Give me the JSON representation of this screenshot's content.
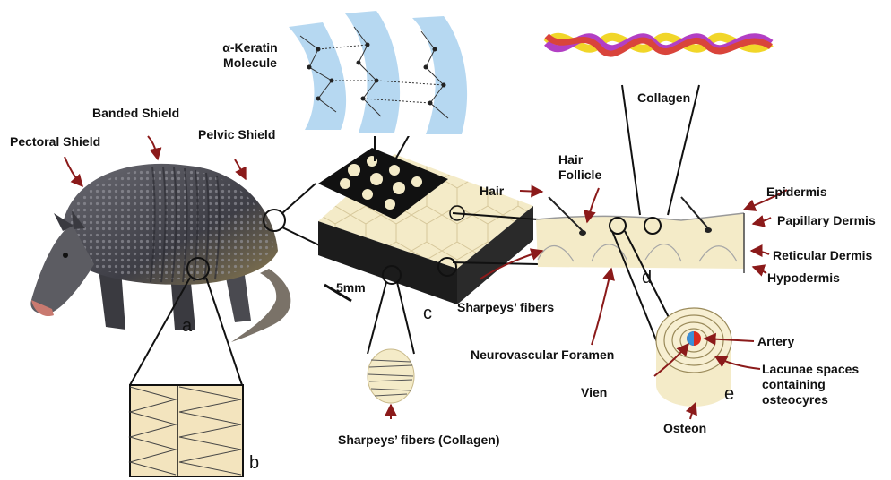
{
  "labels": {
    "keratin": [
      "α-Keratin",
      "Molecule"
    ],
    "banded_shield": "Banded Shield",
    "pectoral_shield": "Pectoral Shield",
    "pelvic_shield": "Pelvic Shield",
    "collagen": "Collagen",
    "hair": "Hair",
    "hair_follicle": [
      "Hair",
      "Follicle"
    ],
    "epidermis": "Epidermis",
    "papillary_dermis": "Papillary Dermis",
    "reticular_dermis": "Reticular Dermis",
    "hypodermis": "Hypodermis",
    "scale": "5mm",
    "sharpeys_fibers": "Sharpeys’ fibers",
    "neurovascular_foramen": "Neurovascular Foramen",
    "artery": "Artery",
    "lacunae": [
      "Lacunae spaces",
      "containing",
      "osteocyres"
    ],
    "vien": "Vien",
    "osteon": "Osteon",
    "sharpeys_collagen": "Sharpeys’ fibers (Collagen)"
  },
  "panel_letters": {
    "a": "a",
    "b": "b",
    "c": "c",
    "d": "d",
    "e": "e"
  },
  "colors": {
    "arrow": "#8b1a1a",
    "shell_dark": "#4a4a52",
    "tissue": "#f4ebc8",
    "keratin_blue": "#8fc3ea",
    "collagen_red": "#d9443b",
    "collagen_yellow": "#f1d629",
    "collagen_magenta": "#b23fc4",
    "artery_red": "#d92b1e",
    "vein_blue": "#3a8fd6"
  }
}
